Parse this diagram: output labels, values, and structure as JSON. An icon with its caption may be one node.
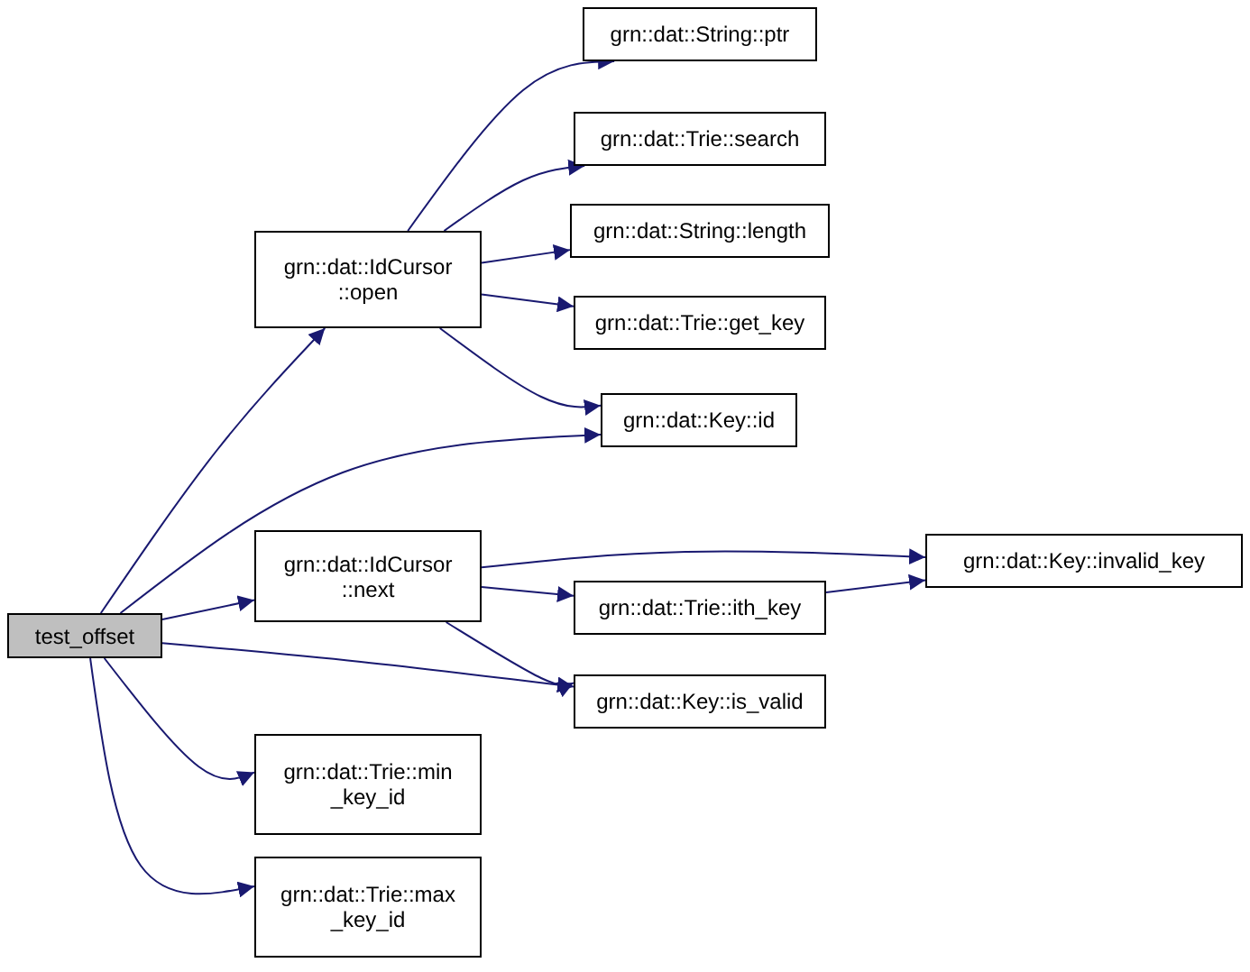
{
  "diagram": {
    "nodes": [
      {
        "text": [
          "test_offset"
        ]
      },
      {
        "text": [
          "grn::dat::IdCursor ::open"
        ]
      },
      {
        "text": [
          "grn::dat::IdCursor ::next"
        ]
      },
      {
        "text": [
          "grn::dat::Trie::min _key_id"
        ]
      },
      {
        "text": [
          "grn::dat::Trie::max _key_id"
        ]
      },
      {
        "text": [
          "grn::dat::String::ptr"
        ]
      },
      {
        "text": [
          "grn::dat::Trie::search"
        ]
      },
      {
        "text": [
          "grn::dat::String::length"
        ]
      },
      {
        "text": [
          "grn::dat::Trie::get_key"
        ]
      },
      {
        "text": [
          "grn::dat::Key::id"
        ]
      },
      {
        "text": [
          "grn::dat::Key::invalid_key"
        ]
      },
      {
        "text": [
          "grn::dat::Trie::ith_key"
        ]
      },
      {
        "text": [
          "grn::dat::Key::is_valid"
        ]
      }
    ],
    "edges": [
      {
        "from": 0,
        "to": 1,
        "arrow": "to"
      },
      {
        "from": 0,
        "to": 9,
        "arrow": "to"
      },
      {
        "from": 0,
        "to": 2,
        "arrow": "to"
      },
      {
        "from": 0,
        "to": 12,
        "arrow": "to"
      },
      {
        "from": 0,
        "to": 3,
        "arrow": "to"
      },
      {
        "from": 0,
        "to": 4,
        "arrow": "to"
      },
      {
        "from": 1,
        "to": 5,
        "arrow": "to"
      },
      {
        "from": 1,
        "to": 6,
        "arrow": "to"
      },
      {
        "from": 1,
        "to": 7,
        "arrow": "to"
      },
      {
        "from": 1,
        "to": 8,
        "arrow": "to"
      },
      {
        "from": 1,
        "to": 9,
        "arrow": "to"
      },
      {
        "from": 2,
        "to": 10,
        "arrow": "to"
      },
      {
        "from": 2,
        "to": 11,
        "arrow": "to"
      },
      {
        "from": 2,
        "to": 12,
        "arrow": "to"
      },
      {
        "from": 11,
        "to": 10,
        "arrow": "to"
      }
    ]
  }
}
